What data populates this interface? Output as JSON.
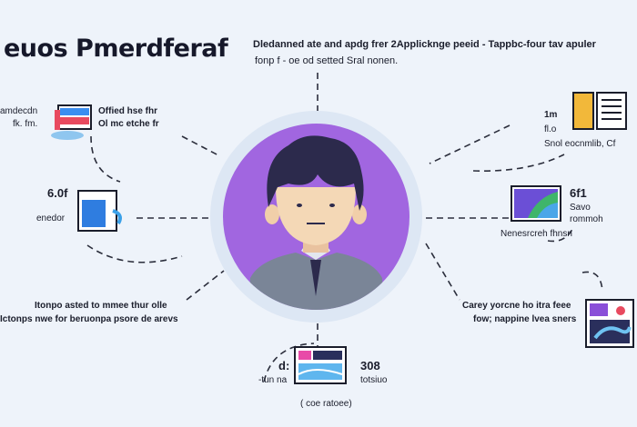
{
  "title": "euos Pmerdferaf",
  "header": {
    "line1": "Dledanned ate and apdg frer 2Applicknge peeid  -  Tappbc-four tav apuler",
    "line2": "fonp f  - oe od setted Sral nonen."
  },
  "nodes": {
    "top_left": {
      "label_a": "amdecdn",
      "label_b": "fk. fm.",
      "text_a": "Offied hse fhr",
      "text_b": "Ol mc etche fr"
    },
    "mid_left": {
      "label_a": "6.0f",
      "label_b": "enedor"
    },
    "bottom_left": {
      "text_a": "Itonpo asted to mmee thur olle",
      "text_b": "Ictonps nwe for beruonpa psore de arevs"
    },
    "bottom_center": {
      "left_a": "d:",
      "left_b": "-tun na",
      "right_a": "308",
      "right_b": "totsiuo",
      "caption": "( coe ratoee)"
    },
    "top_right": {
      "label_a": "1m",
      "label_b": "fl.o",
      "text": "Snol eocnmlib, Cf"
    },
    "mid_right": {
      "label_a": "6f1",
      "label_b": "Savo",
      "label_c": "rommoh",
      "caption": "Nenesrcreh fhnsn"
    },
    "bottom_right": {
      "text_a": "Carey yorcne ho itra  feee",
      "text_b": "fow; nappine lvea sners"
    }
  },
  "colors": {
    "background": "#eef3fa",
    "avatar_bg": "#a166e0",
    "ring": "#dde7f4",
    "hair": "#2c2a4c",
    "skin": "#f4d8b6",
    "shirt": "#7a8597"
  }
}
